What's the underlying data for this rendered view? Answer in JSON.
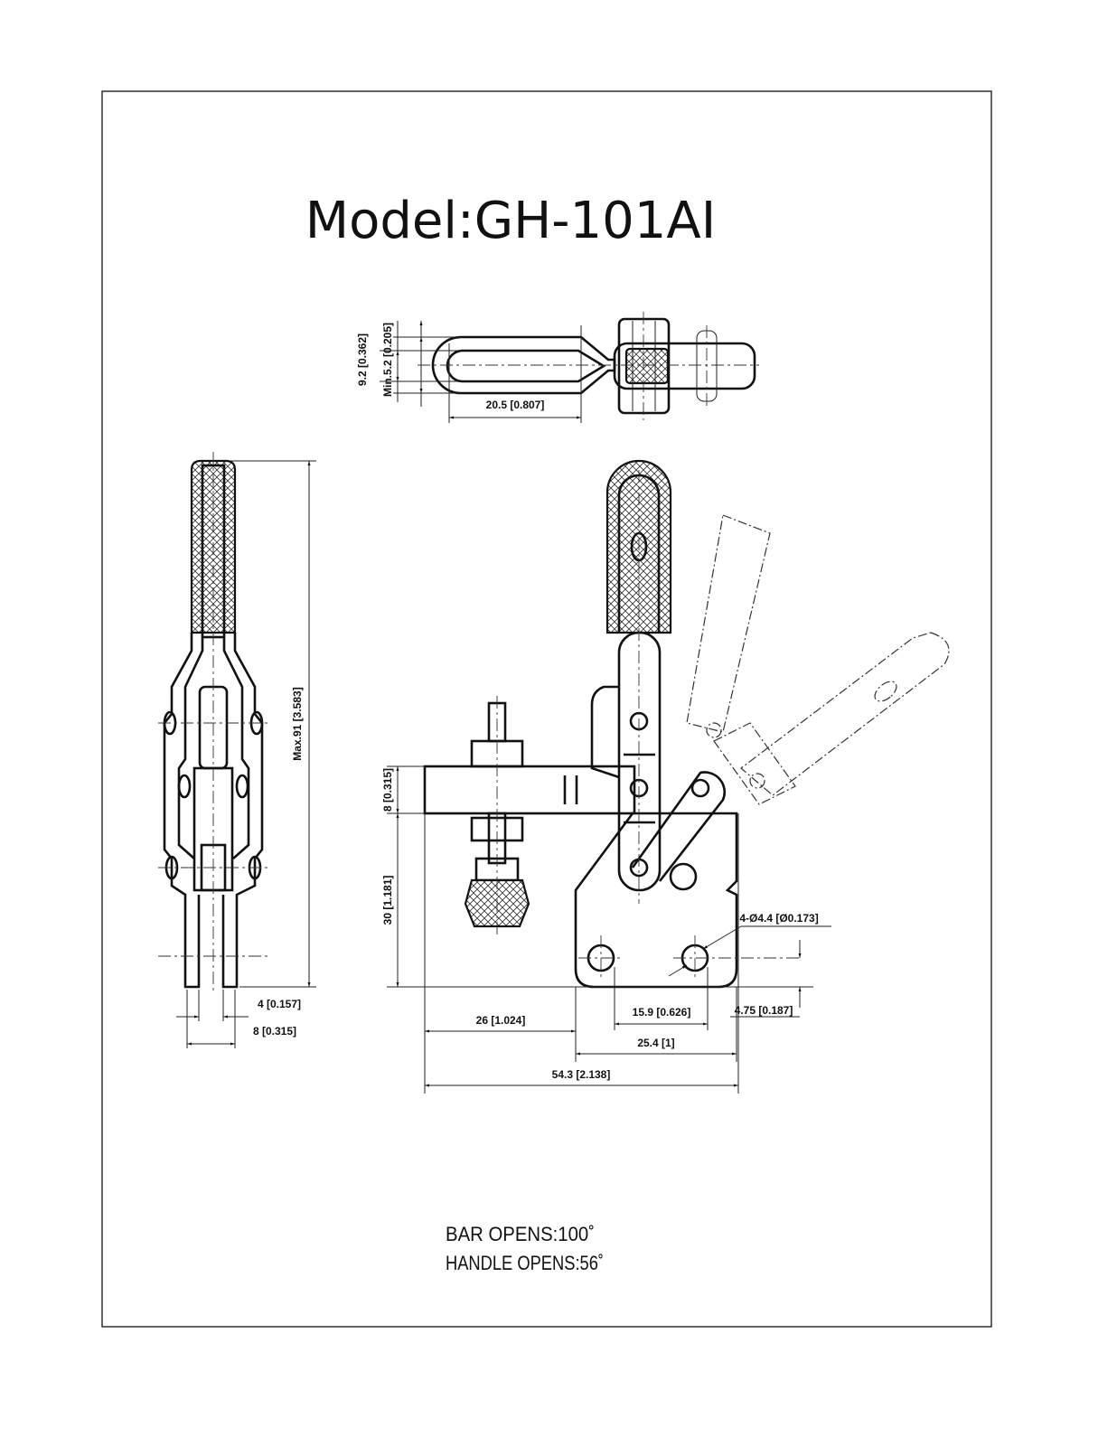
{
  "title": "Model:GH-101AI",
  "dimensions": {
    "top_width": "9.2 [0.362]",
    "top_min": "Min.5.2 [0.205]",
    "top_length": "20.5 [0.807]",
    "side_height": "Max.91 [3.583]",
    "side_4": "4 [0.157]",
    "side_8": "8 [0.315]",
    "bar_thickness": "8 [0.315]",
    "base_height": "30 [1.181]",
    "hole_dia": "4-Ø4.4 [Ø0.173]",
    "hole_offset": "4.75 [0.187]",
    "bar_reach": "26 [1.024]",
    "hole_spacing": "15.9 [0.626]",
    "base_width": "25.4 [1]",
    "overall_length": "54.3 [2.138]"
  },
  "notes": {
    "bar_opens": "BAR OPENS:100˚",
    "handle_opens": "HANDLE OPENS:56˚"
  }
}
